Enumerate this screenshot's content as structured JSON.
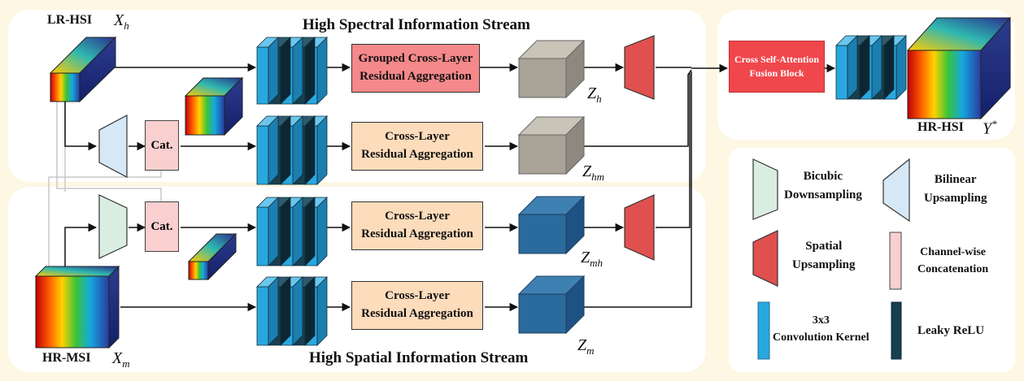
{
  "streams": {
    "spectral_title": "High Spectral Information Stream",
    "spatial_title": "High Spatial Information Stream"
  },
  "inputs": {
    "lr_hsi": {
      "label": "LR-HSI",
      "var": "X",
      "sub": "h"
    },
    "hr_msi": {
      "label": "HR-MSI",
      "var": "X",
      "sub": "m"
    }
  },
  "concat_label": "Cat.",
  "blocks": {
    "grouped": {
      "line1": "Grouped Cross-Layer",
      "line2": "Residual Aggregation"
    },
    "hm": {
      "line1": "Cross-Layer",
      "line2": "Residual Aggregation"
    },
    "mh": {
      "line1": "Cross-Layer",
      "line2": "Residual Aggregation"
    },
    "m": {
      "line1": "Cross-Layer",
      "line2": "Residual Aggregation"
    }
  },
  "features": {
    "zh": {
      "var": "Z",
      "sub": "h"
    },
    "zhm": {
      "var": "Z",
      "sub": "hm"
    },
    "zmh": {
      "var": "Z",
      "sub": "mh"
    },
    "zm": {
      "var": "Z",
      "sub": "m"
    }
  },
  "fusion": {
    "line1": "Cross Self-Attention",
    "line2": "Fusion Block"
  },
  "output": {
    "label": "HR-HSI",
    "var": "Y",
    "sup": "*"
  },
  "legend": {
    "bicubic": {
      "line1": "Bicubic",
      "line2": "Downsampling"
    },
    "bilinear": {
      "line1": "Bilinear",
      "line2": "Upsampling"
    },
    "spatial": {
      "line1": "Spatial",
      "line2": "Upsampling"
    },
    "concat": {
      "line1": "Channel-wise",
      "line2": "Concatenation"
    },
    "conv": {
      "line1": "3x3",
      "line2": "Convolution Kernel"
    },
    "relu": {
      "line1": "Leaky ReLU"
    }
  },
  "colors": {
    "background": "#fdf7e3",
    "panel": "#ffffff",
    "conv_kernel": "#29a8df",
    "leaky_relu": "#173f4f",
    "grouped_block": "#f4888a",
    "residual_block": "#fddcbb",
    "fusion_block": "#f0474c",
    "spatial_upsampling": "#e0504e",
    "bicubic_downsampling": "#d9ede0",
    "bilinear_upsampling": "#d6e8f6",
    "concat": "#f9cfcf",
    "feature_spectral": "#a8a297",
    "feature_spatial": "#2b6a9c"
  }
}
